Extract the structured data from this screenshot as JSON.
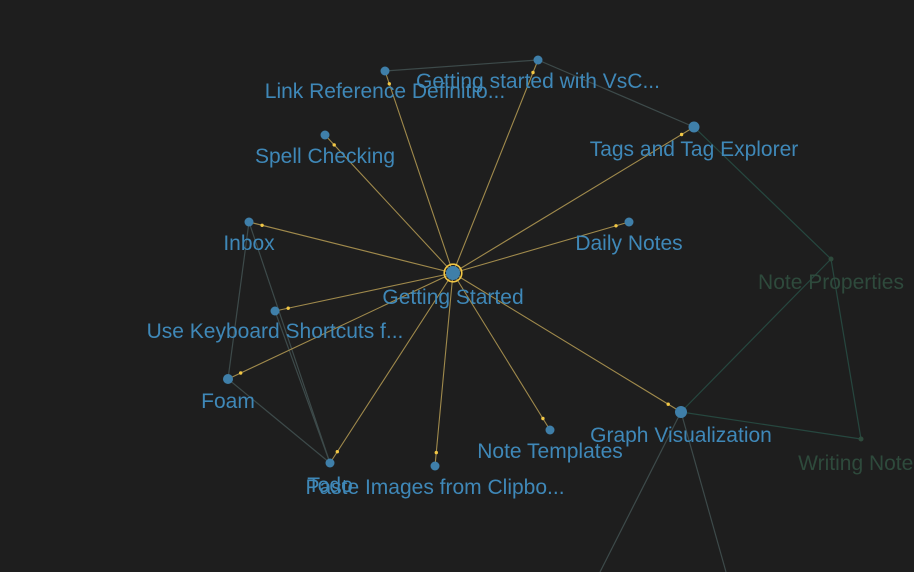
{
  "theme": {
    "background": "#1e1e1e",
    "node_color": "#3f7fa9",
    "label_color": "#3f88b8",
    "focus_edge_color": "#a08a4c",
    "particle_color": "#f2c744",
    "dim_edge_color": "#3d4a4a",
    "faded_edge_color": "#26473f",
    "faded_label_color": "#2e4a3c"
  },
  "focus_node": "getting-started",
  "nodes": [
    {
      "id": "getting-started",
      "label": "Getting Started",
      "focused": true
    },
    {
      "id": "link-reference",
      "label": "Link Reference Definitio..."
    },
    {
      "id": "getting-started-vsc",
      "label": "Getting started with VsC..."
    },
    {
      "id": "tags-explorer",
      "label": "Tags and Tag Explorer"
    },
    {
      "id": "spell-checking",
      "label": "Spell Checking"
    },
    {
      "id": "inbox",
      "label": "Inbox"
    },
    {
      "id": "daily-notes",
      "label": "Daily Notes"
    },
    {
      "id": "keyboard-shortcuts",
      "label": "Use Keyboard Shortcuts f..."
    },
    {
      "id": "foam",
      "label": "Foam"
    },
    {
      "id": "todo",
      "label": "Todo"
    },
    {
      "id": "paste-images",
      "label": "Paste Images from Clipbo..."
    },
    {
      "id": "note-templates",
      "label": "Note Templates"
    },
    {
      "id": "graph-visualization",
      "label": "Graph Visualization"
    },
    {
      "id": "note-properties",
      "label": "Note Properties",
      "faded": true
    },
    {
      "id": "writing-notes",
      "label": "Writing Notes",
      "faded": true
    }
  ],
  "focus_edges": [
    {
      "to": "link-reference"
    },
    {
      "to": "getting-started-vsc"
    },
    {
      "to": "tags-explorer"
    },
    {
      "to": "spell-checking"
    },
    {
      "to": "inbox"
    },
    {
      "to": "daily-notes"
    },
    {
      "to": "keyboard-shortcuts"
    },
    {
      "to": "foam"
    },
    {
      "to": "todo"
    },
    {
      "to": "paste-images"
    },
    {
      "to": "note-templates"
    },
    {
      "to": "graph-visualization"
    }
  ],
  "other_edges": [
    {
      "from": "link-reference",
      "to": "getting-started-vsc"
    },
    {
      "from": "getting-started-vsc",
      "to": "tags-explorer"
    },
    {
      "from": "tags-explorer",
      "to": "note-properties"
    },
    {
      "from": "graph-visualization",
      "to": "note-properties"
    },
    {
      "from": "graph-visualization",
      "to": "writing-notes"
    },
    {
      "from": "note-properties",
      "to": "writing-notes"
    },
    {
      "from": "inbox",
      "to": "foam"
    },
    {
      "from": "inbox",
      "to": "todo"
    },
    {
      "from": "keyboard-shortcuts",
      "to": "todo"
    },
    {
      "from": "foam",
      "to": "todo"
    }
  ]
}
